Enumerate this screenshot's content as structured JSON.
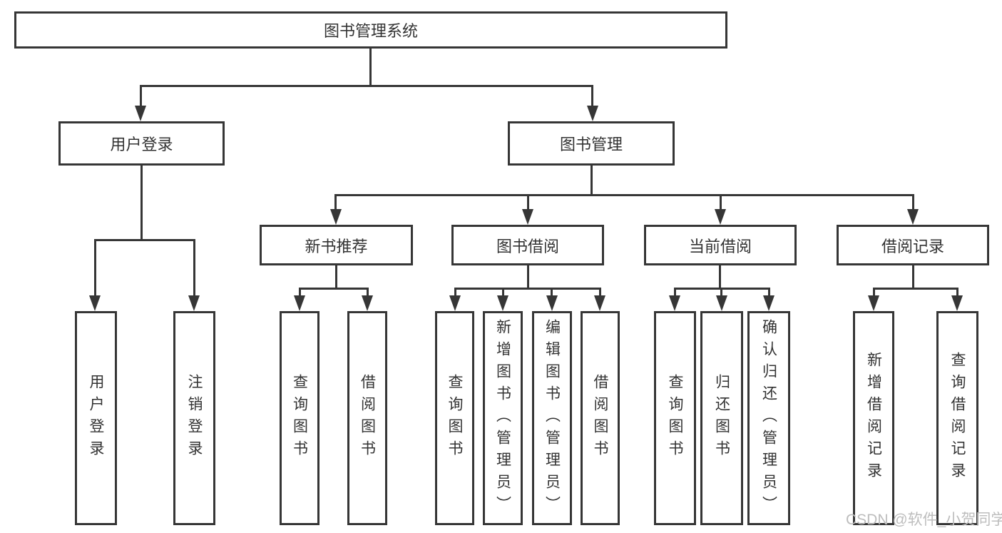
{
  "diagram": {
    "root": {
      "label": "图书管理系统"
    },
    "branches": [
      {
        "label": "用户登录",
        "children": [
          {
            "label": "用户登录"
          },
          {
            "label": "注销登录"
          }
        ]
      },
      {
        "label": "图书管理",
        "children": [
          {
            "label": "新书推荐",
            "children": [
              {
                "label": "查询图书"
              },
              {
                "label": "借阅图书"
              }
            ]
          },
          {
            "label": "图书借阅",
            "children": [
              {
                "label": "查询图书"
              },
              {
                "label": "新增图书（管理员）"
              },
              {
                "label": "编辑图书（管理员）"
              },
              {
                "label": "借阅图书"
              }
            ]
          },
          {
            "label": "当前借阅",
            "children": [
              {
                "label": "查询图书"
              },
              {
                "label": "归还图书"
              },
              {
                "label": "确认归还（管理员）"
              }
            ]
          },
          {
            "label": "借阅记录",
            "children": [
              {
                "label": "新增借阅记录"
              },
              {
                "label": "查询借阅记录"
              }
            ]
          }
        ]
      }
    ],
    "watermark": "CSDN @软件_小贺同学",
    "colors": {
      "line": "#363636",
      "text": "#333333",
      "watermark": "#bdbdbd",
      "background": "#ffffff"
    }
  }
}
